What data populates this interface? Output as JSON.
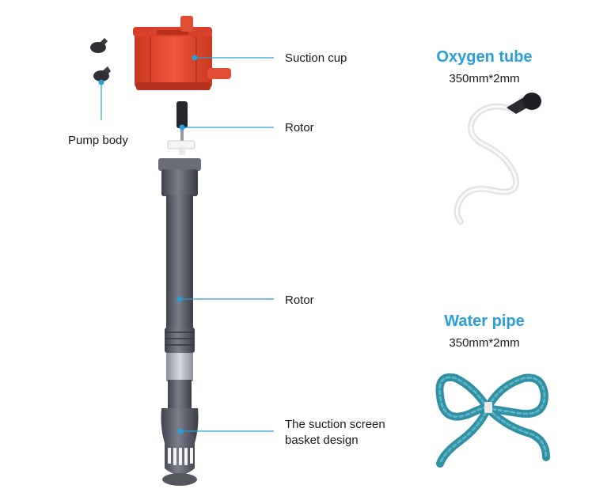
{
  "labels": {
    "suction_cup": "Suction cup",
    "pump_body": "Pump body",
    "rotor_top": "Rotor",
    "rotor_mid": "Rotor",
    "screen_line1": "The suction screen",
    "screen_line2": "basket design"
  },
  "accessories": {
    "oxygen_tube": {
      "title": "Oxygen tube",
      "spec": "350mm*2mm"
    },
    "water_pipe": {
      "title": "Water pipe",
      "spec": "350mm*2mm"
    }
  },
  "colors": {
    "accent_blue": "#2a9ed8",
    "pump_orange": "#e8452a",
    "pipe_gray": "#5e616d",
    "hose_teal": "#2f8fa3"
  }
}
